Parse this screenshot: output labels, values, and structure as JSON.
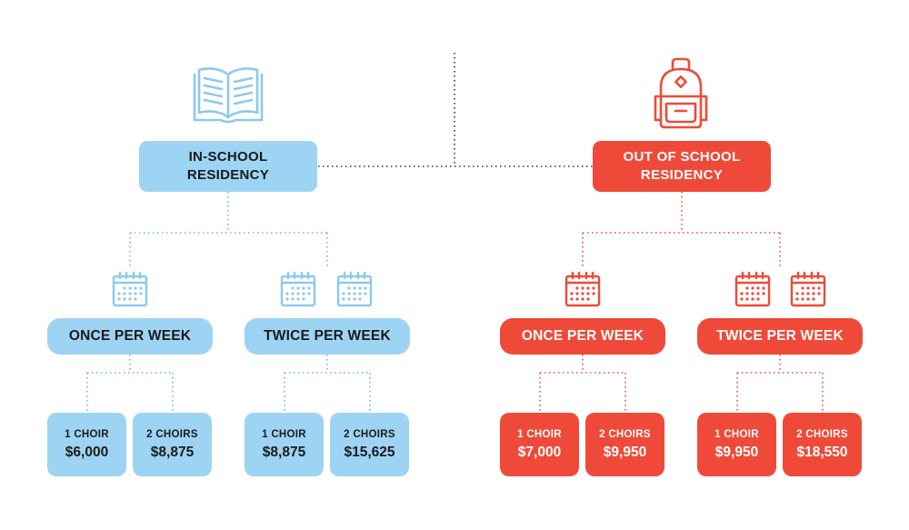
{
  "colors": {
    "in_school": "#9dd4f3",
    "in_school_line": "#6fb6e0",
    "out_school": "#ef4a39",
    "out_school_line": "#ef4a39",
    "divider": "#333333"
  },
  "in_school": {
    "icon": "open-book-icon",
    "title_line1": "IN-SCHOOL",
    "title_line2": "RESIDENCY",
    "once": {
      "label": "ONCE PER WEEK",
      "one_choir": {
        "label": "1 CHOIR",
        "price": "$6,000"
      },
      "two_choirs": {
        "label": "2 CHOIRS",
        "price": "$8,875"
      }
    },
    "twice": {
      "label": "TWICE PER WEEK",
      "one_choir": {
        "label": "1 CHOIR",
        "price": "$8,875"
      },
      "two_choirs": {
        "label": "2 CHOIRS",
        "price": "$15,625"
      }
    }
  },
  "out_school": {
    "icon": "backpack-icon",
    "title_line1": "OUT OF SCHOOL",
    "title_line2": "RESIDENCY",
    "once": {
      "label": "ONCE PER WEEK",
      "one_choir": {
        "label": "1 CHOIR",
        "price": "$7,000"
      },
      "two_choirs": {
        "label": "2 CHOIRS",
        "price": "$9,950"
      }
    },
    "twice": {
      "label": "TWICE PER WEEK",
      "one_choir": {
        "label": "1 CHOIR",
        "price": "$9,950"
      },
      "two_choirs": {
        "label": "2 CHOIRS",
        "price": "$18,550"
      }
    }
  }
}
